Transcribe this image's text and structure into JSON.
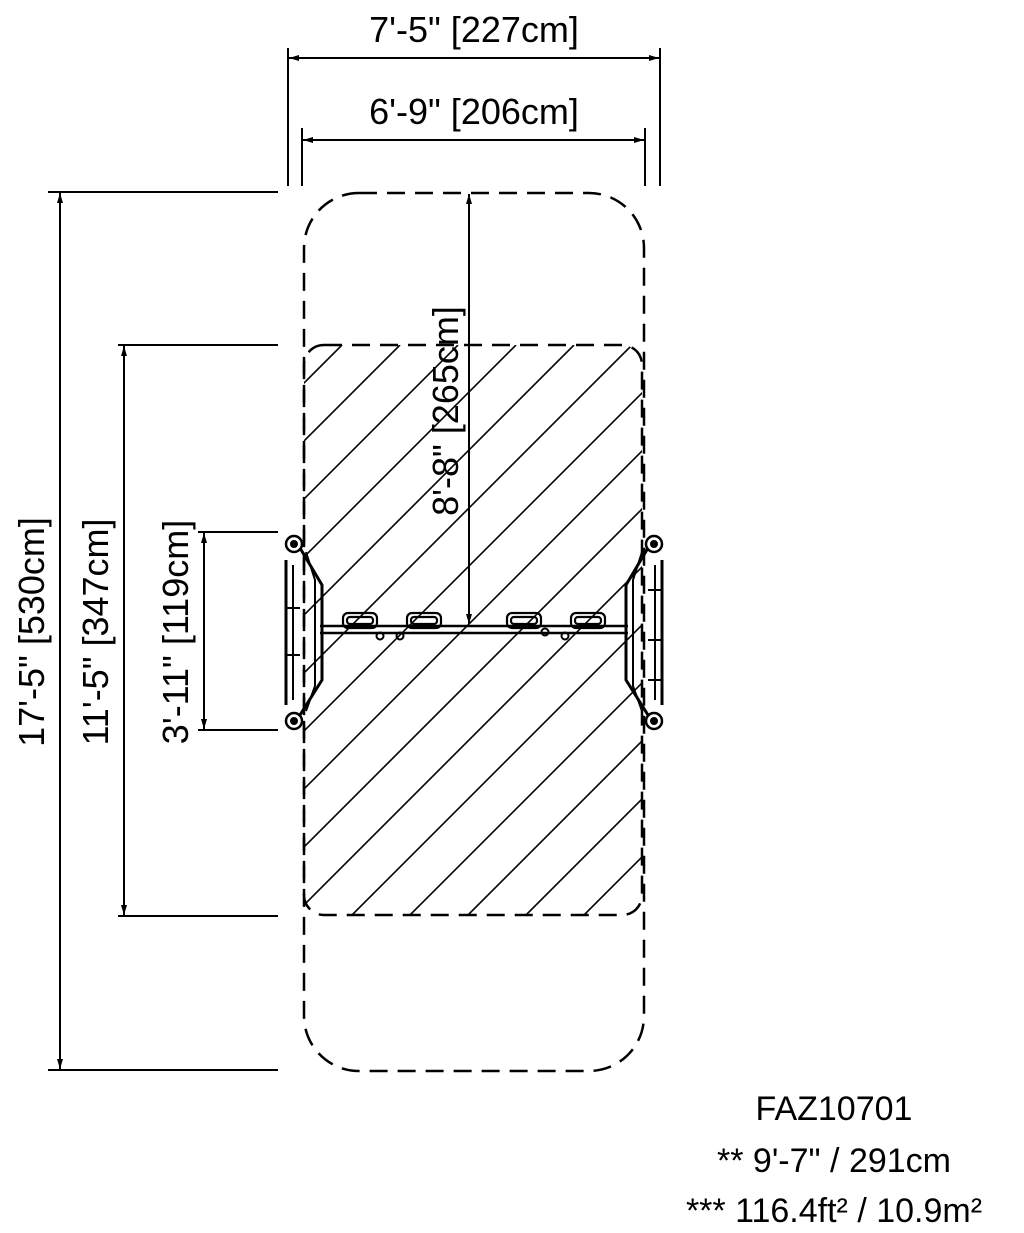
{
  "colors": {
    "line": "#000000",
    "background": "#ffffff"
  },
  "dimensions": {
    "overall_width": "7'-5\" [227cm]",
    "inner_width": "6'-9\" [206cm]",
    "overall_length": "17'-5\" [530cm]",
    "hatched_length": "11'-5\" [347cm]",
    "frame_length": "3'-11\" [119cm]",
    "center_to_end": "8'-8\" [265cm]"
  },
  "info": {
    "model": "FAZ10701",
    "height": "** 9'-7\" / 291cm",
    "area": "*** 116.4ft² / 10.9m²"
  }
}
